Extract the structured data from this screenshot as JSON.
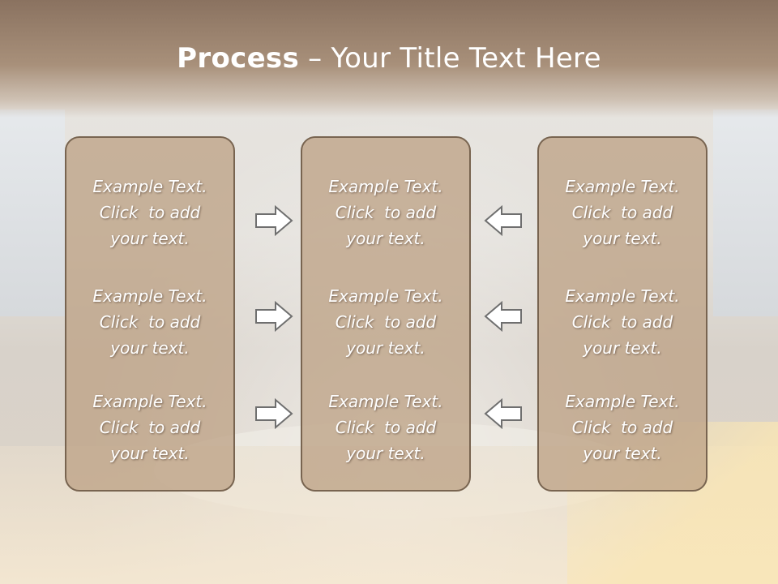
{
  "slide": {
    "title_bold": "Process",
    "title_rest": " – Your Title Text Here"
  },
  "columns": [
    {
      "items": [
        {
          "line1": "Example Text.",
          "line2": "Click  to add",
          "line3": "your text."
        },
        {
          "line1": "Example Text.",
          "line2": "Click  to add",
          "line3": "your text."
        },
        {
          "line1": "Example Text.",
          "line2": "Click  to add",
          "line3": "your text."
        }
      ]
    },
    {
      "items": [
        {
          "line1": "Example Text.",
          "line2": "Click  to add",
          "line3": "your text."
        },
        {
          "line1": "Example Text.",
          "line2": "Click  to add",
          "line3": "your text."
        },
        {
          "line1": "Example Text.",
          "line2": "Click  to add",
          "line3": "your text."
        }
      ]
    },
    {
      "items": [
        {
          "line1": "Example Text.",
          "line2": "Click  to add",
          "line3": "your text."
        },
        {
          "line1": "Example Text.",
          "line2": "Click  to add",
          "line3": "your text."
        },
        {
          "line1": "Example Text.",
          "line2": "Click  to add",
          "line3": "your text."
        }
      ]
    }
  ],
  "arrows": {
    "left_group": "arrow-right-icon",
    "right_group": "arrow-left-icon"
  },
  "colors": {
    "box_fill": "#bea387",
    "box_border": "#786450",
    "header": "#8a7260",
    "arrow_fill": "#ffffff",
    "arrow_stroke": "#6f6f6f"
  }
}
